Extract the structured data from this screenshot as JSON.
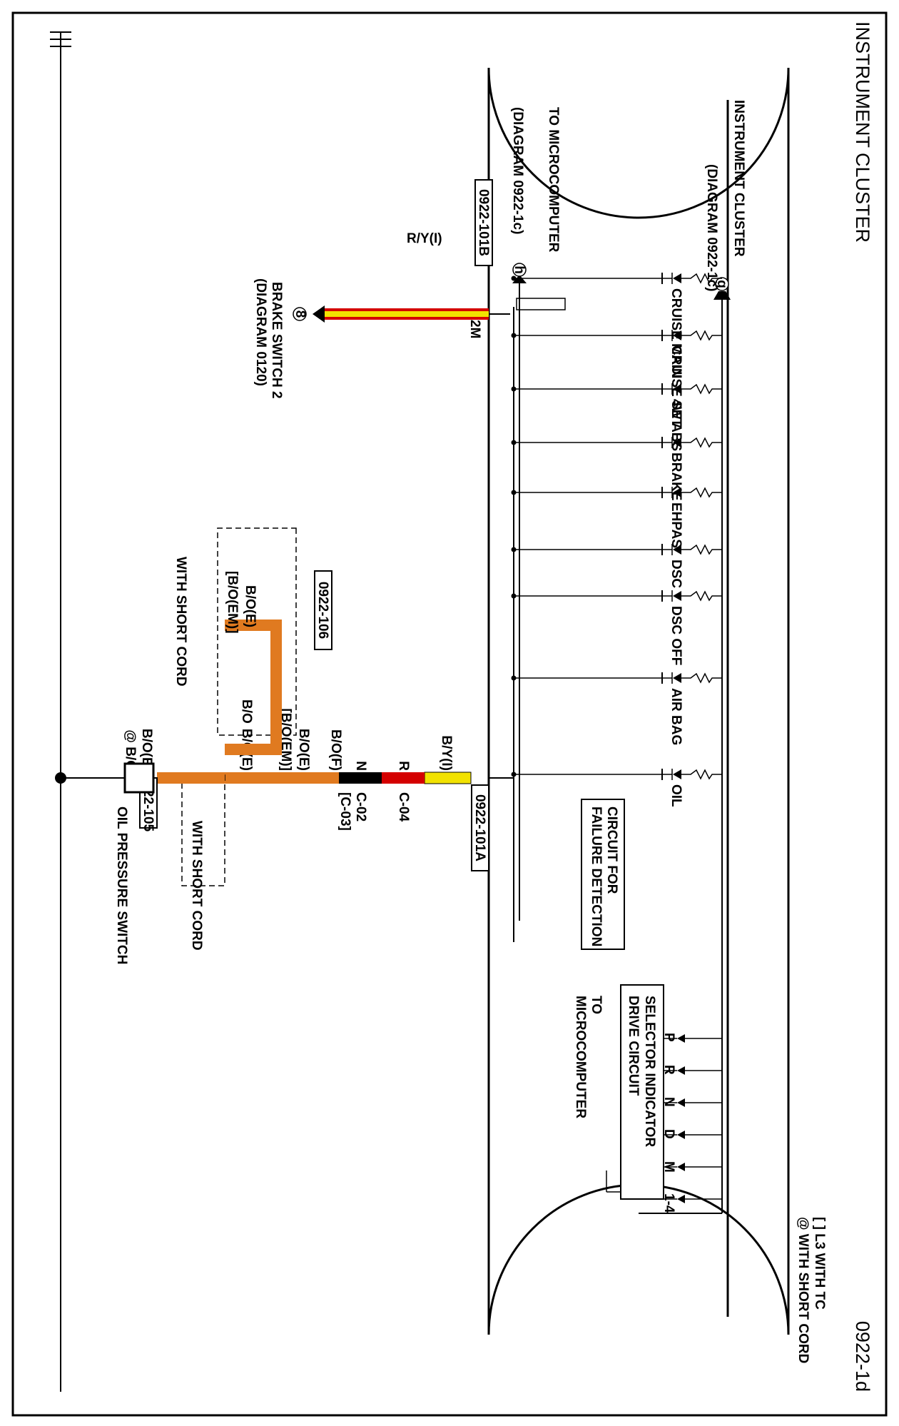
{
  "page": {
    "title": "INSTRUMENT CLUSTER",
    "code": "0922-1d",
    "legend": [
      "[ ] L3 WITH TC",
      "@ WITH SHORT CORD"
    ]
  },
  "cluster": {
    "label": "INSTRUMENT CLUSTER",
    "to_micro_top": "TO MICROCOMPUTER",
    "diagram_ref_h": "(DIAGRAM 0922-1c)",
    "diagram_ref_g": "(DIAGRAM 0922-1c)",
    "circuit_failure": [
      "CIRCUIT FOR",
      "FAILURE DETECTION"
    ],
    "selector_circuit": [
      "SELECTOR INDICATOR",
      "DRIVE CIRCUIT"
    ],
    "to_micro_bottom": [
      "TO",
      "MICROCOMPUTER"
    ],
    "connector_2m": "2M",
    "connector_1b": "1B"
  },
  "indicators": {
    "warning": [
      "CRUISE MAIN",
      "CRUISE SET",
      "4W ABS",
      "BRAKE",
      "EHPAS",
      "DSC",
      "DSC OFF",
      "AIR BAG",
      "OIL"
    ],
    "selector": [
      "P",
      "R",
      "N",
      "D",
      "M",
      "1-4"
    ]
  },
  "connectors": {
    "c101b": "0922-101B",
    "c101a": "0922-101A",
    "c106": "0922-106",
    "c105": "0922-105",
    "c04": "C-04",
    "c02": "C-02",
    "c03": "[C-03]"
  },
  "wires": {
    "ry": "R/Y(I)",
    "by": "B/Y(I)",
    "r": "R",
    "n": "N",
    "bof": "B/O(F)",
    "boe": "B/O(E)",
    "boem": "[B/O(EM)]",
    "bo": "B/O",
    "boe_at": "@ B/O",
    "boe_short": "B/O(E)"
  },
  "labels": {
    "brake_switch": [
      "BRAKE SWITCH 2",
      "(DIAGRAM 0120)"
    ],
    "with_short_cord_1": "WITH SHORT CORD",
    "with_short_cord_2": "WITH SHORT CORD",
    "oil_pressure_switch": "OIL PRESSURE SWITCH",
    "circle_h": "h",
    "circle_g": "g",
    "circle_b": "8"
  },
  "colors": {
    "orange": "#e07a20",
    "yellow": "#f2e200",
    "red": "#d40000"
  }
}
